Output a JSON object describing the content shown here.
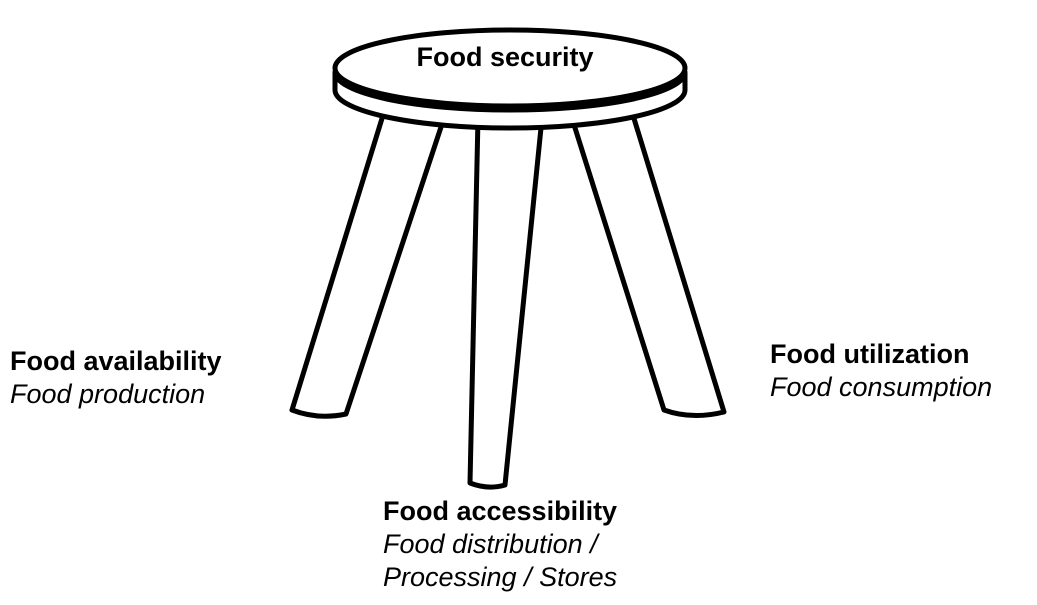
{
  "seat": {
    "label": "Food security"
  },
  "legs": {
    "left": {
      "title": "Food availability",
      "subtitle": "Food production"
    },
    "center": {
      "title": "Food accessibility",
      "subtitle_line1": "Food distribution /",
      "subtitle_line2": "Processing / Stores"
    },
    "right": {
      "title": "Food utilization",
      "subtitle": "Food consumption"
    }
  },
  "colors": {
    "stroke": "#000000",
    "fill": "#ffffff"
  }
}
